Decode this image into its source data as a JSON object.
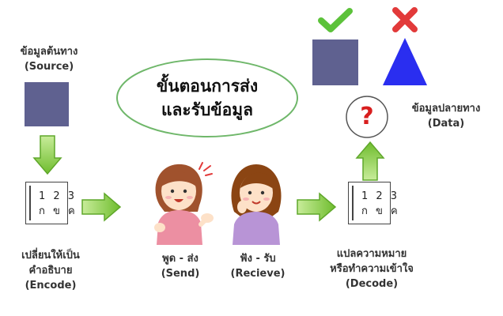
{
  "title": {
    "line1": "ขั้นตอนการส่ง",
    "line2": "และรับข้อมูล"
  },
  "source": {
    "label_th": "ข้อมูลต้นทาง",
    "label_en": "(Source)"
  },
  "encode": {
    "label_th_1": "เปลี่ยนให้เป็น",
    "label_th_2": "คำอธิบาย",
    "label_en": "(Encode)"
  },
  "send": {
    "label_th": "พูด - ส่ง",
    "label_en": "(Send)"
  },
  "receive": {
    "label_th": "ฟัง - รับ",
    "label_en": "(Recieve)"
  },
  "decode": {
    "label_th_1": "แปลความหมาย",
    "label_th_2": "หรือทำความเข้าใจ",
    "label_en": "(Decode)"
  },
  "data": {
    "label_th": "ข้อมูลปลายทาง",
    "label_en": "(Data)"
  },
  "code_card": {
    "digits": "1 2 3",
    "letters": "ก ข ค"
  },
  "question_mark": "?",
  "colors": {
    "shape_blue": "#5f6190",
    "triangle_blue": "#2a2ef0",
    "arrow_green": "#8ed24a",
    "check_green": "#5cc23a",
    "cross_red": "#e23a3a",
    "question_red": "#d81e1e"
  }
}
